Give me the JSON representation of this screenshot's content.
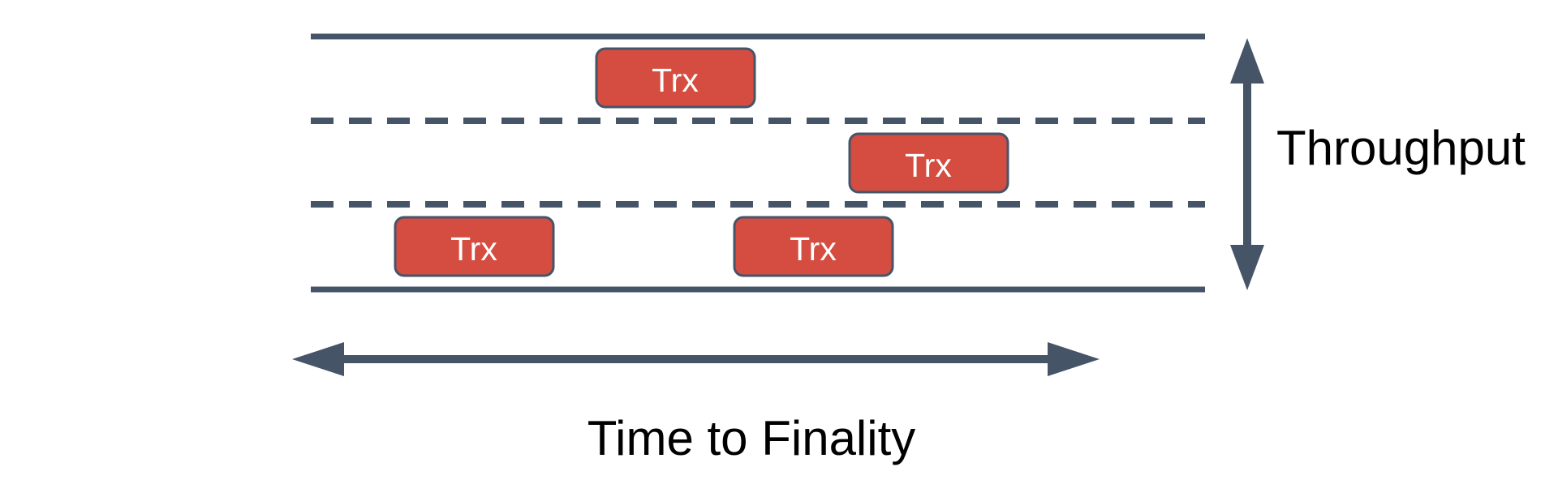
{
  "diagram": {
    "road": {
      "lanes": 3
    },
    "transactions": [
      {
        "label": "Trx",
        "lane": "top"
      },
      {
        "label": "Trx",
        "lane": "middle"
      },
      {
        "label": "Trx",
        "lane": "bottom-left"
      },
      {
        "label": "Trx",
        "lane": "bottom-right"
      }
    ],
    "axes": {
      "vertical_label": "Throughput",
      "horizontal_label": "Time to Finality"
    },
    "colors": {
      "line": "#465468",
      "box_fill": "#D54C40",
      "box_border": "#465468",
      "box_text": "#FFFFFF",
      "label_text": "#000000",
      "background": "#FFFFFF"
    }
  }
}
